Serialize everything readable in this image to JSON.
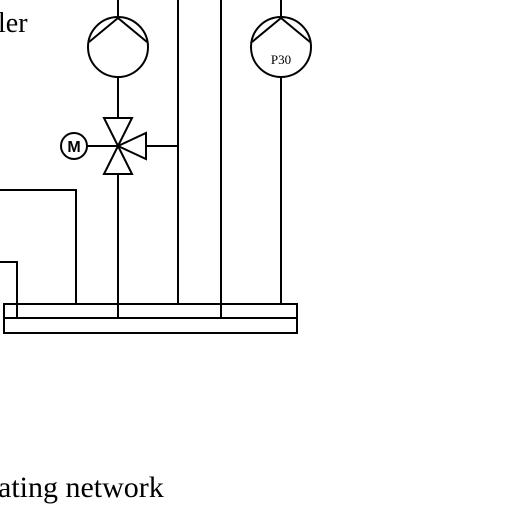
{
  "diagram": {
    "label_top": "ler",
    "label_bottom": "ating network",
    "pump_right_label": "P30",
    "motor_label": "M"
  }
}
